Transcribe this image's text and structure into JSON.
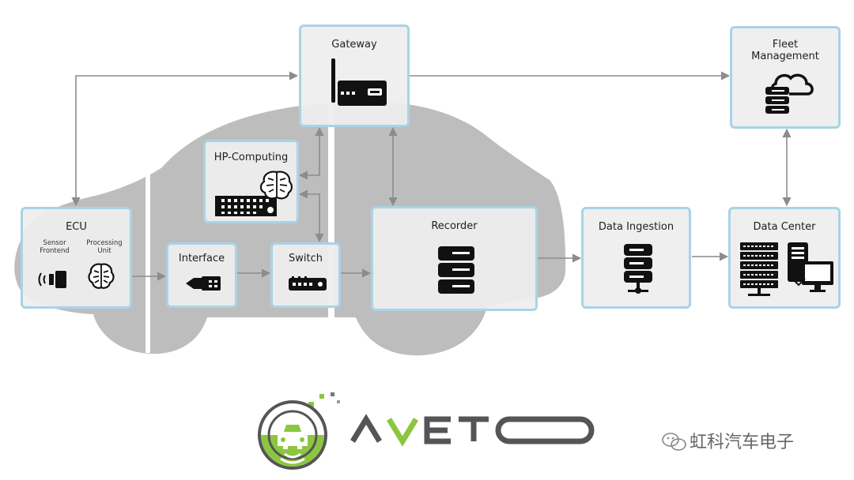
{
  "diagram": {
    "nodes": {
      "ecu": {
        "label": "ECU",
        "sensor_label": "Sensor\nFrontend",
        "processing_label": "Processing\nUnit"
      },
      "interface": {
        "label": "Interface"
      },
      "switch": {
        "label": "Switch"
      },
      "hp_computing": {
        "label": "HP-Computing"
      },
      "gateway": {
        "label": "Gateway"
      },
      "recorder": {
        "label": "Recorder"
      },
      "data_ingestion": {
        "label": "Data Ingestion"
      },
      "data_center": {
        "label": "Data Center"
      },
      "fleet_management": {
        "label": "Fleet\nManagement"
      }
    },
    "edges": [
      {
        "from": "ecu",
        "to": "interface",
        "direction": "forward"
      },
      {
        "from": "interface",
        "to": "switch",
        "direction": "forward"
      },
      {
        "from": "switch",
        "to": "recorder",
        "direction": "forward"
      },
      {
        "from": "recorder",
        "to": "data_ingestion",
        "direction": "forward"
      },
      {
        "from": "data_ingestion",
        "to": "data_center",
        "direction": "forward"
      },
      {
        "from": "gateway",
        "to": "fleet_management",
        "direction": "forward"
      },
      {
        "from": "gateway",
        "to": "ecu",
        "direction": "both"
      },
      {
        "from": "gateway",
        "to": "hp_computing",
        "direction": "both"
      },
      {
        "from": "hp_computing",
        "to": "switch",
        "direction": "both"
      },
      {
        "from": "gateway",
        "to": "recorder",
        "direction": "both"
      },
      {
        "from": "fleet_management",
        "to": "data_center",
        "direction": "both"
      }
    ]
  },
  "logo": {
    "text": "AVETO"
  },
  "watermark": {
    "text": "虹科汽车电子"
  },
  "colors": {
    "box_border": "#a9d3e6",
    "box_fill": "#eeeeee",
    "car_silhouette": "#bdbdbd",
    "arrow": "#8c8c8c",
    "logo_green": "#8cc63f",
    "logo_gray": "#555555",
    "icon": "#111111"
  }
}
